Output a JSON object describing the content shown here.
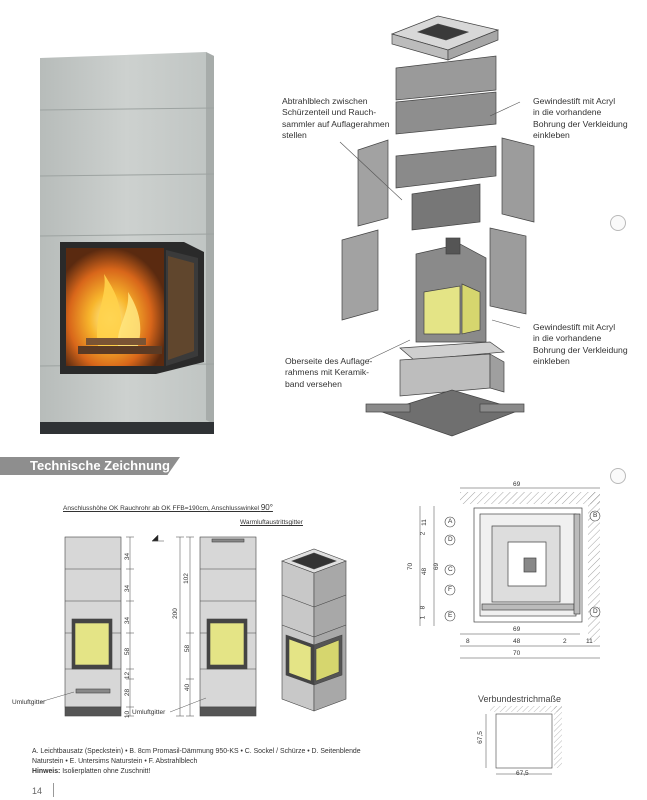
{
  "callouts": {
    "top_left": [
      "Abtrahlblech zwischen",
      "Schürzenteil und Rauch-",
      "sammler auf Auflagerahmen",
      "stellen"
    ],
    "top_right": [
      "Gewindestift mit Acryl",
      "in die vorhandene",
      "Bohrung der Verkleidung",
      "einkleben"
    ],
    "middle_right": [
      "Gewindestift mit Acryl",
      "in die vorhandene",
      "Bohrung der Verkleidung",
      "einkleben"
    ],
    "bottom_left": [
      "Oberseite des Auflage-",
      "rahmens mit Keramik-",
      "band versehen"
    ]
  },
  "section_title": "Technische Zeichnung",
  "elevation": {
    "connection_note": "Anschlusshöhe OK Rauchrohr ab OK FFB=190cm, Anschlusswinkel",
    "connection_angle": "90°",
    "warm_air_label": "Warmluftaustrittsgitter",
    "circ_label_1": "Umluftgitter",
    "circ_label_2": "Umluftgitter",
    "left_dims": [
      "34",
      "34",
      "34",
      "58",
      "12",
      "28",
      "10"
    ],
    "total_height": "200",
    "right_dims": [
      "102",
      "58",
      "40"
    ]
  },
  "plan": {
    "top_width": "69",
    "left_dims": [
      "11",
      "2",
      "48",
      "69",
      "70",
      "8",
      "1"
    ],
    "callout_letters": [
      "A",
      "B",
      "D",
      "C",
      "F",
      "D",
      "E"
    ],
    "bottom_dims_1": "69",
    "bottom_dims_2": [
      "8",
      "48",
      "2",
      "11"
    ],
    "bottom_total": "70"
  },
  "screed": {
    "title": "Verbundestrichmaße",
    "height": "67,5",
    "width": "67,5"
  },
  "legend": {
    "line1": "A. Leichtbausatz (Speckstein) • B. 8cm Promasil-Dämmung 950-KS • C. Sockel / Schürze • D. Seitenblende",
    "line2": "Naturstein • E. Untersims Naturstein • F. Abstrahlblech",
    "note_label": "Hinweis:",
    "note_text": " Isolierplatten ohne Zuschnitt!"
  },
  "page_number": "14",
  "colors": {
    "stone": "#c4c8c6",
    "stone_dark": "#a9aeac",
    "panel_gray": "#909090",
    "fire_orange": "#f0a020",
    "glass_yellow": "#e4e486",
    "section_bar": "#8e8e8e"
  }
}
